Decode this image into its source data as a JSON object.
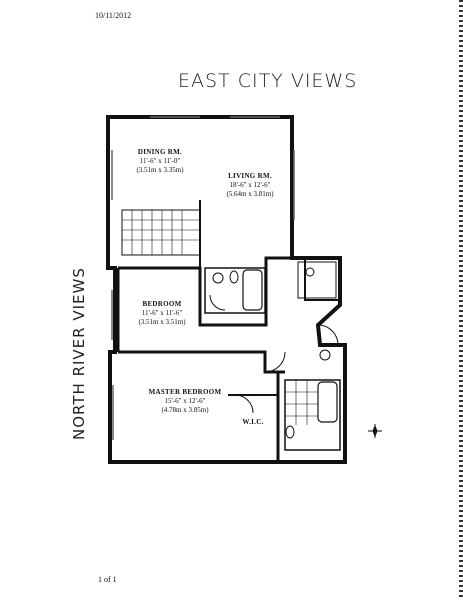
{
  "header": {
    "date": "10/11/2012"
  },
  "annotations": {
    "east": "EAST CITY VIEWS",
    "north": "NORTH RIVER VIEWS"
  },
  "rooms": {
    "dining": {
      "name": "DINING RM.",
      "dim_ft": "11'-6\" x 11'-0\"",
      "dim_m": "(3.51m x 3.35m)"
    },
    "living": {
      "name": "LIVING RM.",
      "dim_ft": "18'-6\" x 12'-6\"",
      "dim_m": "(5.64m x 3.81m)"
    },
    "bedroom": {
      "name": "BEDROOM",
      "dim_ft": "11'-6\" x 11'-6\"",
      "dim_m": "(3.51m x 3.51m)"
    },
    "master": {
      "name": "MASTER BEDROOM",
      "dim_ft": "15'-6\" x 12'-6\"",
      "dim_m": "(4.78m x 3.85m)"
    },
    "wic": {
      "name": "W.I.C."
    }
  },
  "footer": {
    "page": "1 of 1"
  }
}
